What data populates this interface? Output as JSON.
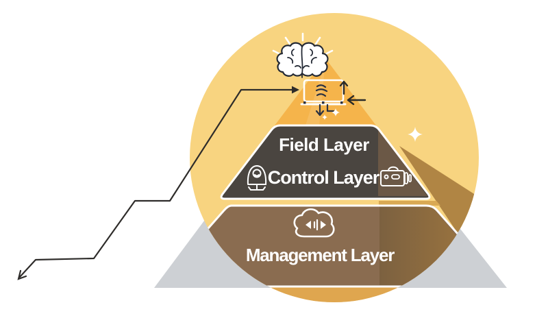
{
  "diagram": {
    "type": "pyramid-layers",
    "layers": [
      {
        "label": "Field Layer"
      },
      {
        "label": "Control Layer"
      },
      {
        "label": "Management Layer"
      }
    ],
    "icons": {
      "top": "sun-brain-icon",
      "apex": "monitor-data-icon",
      "apex_arrows": [
        "up-arrow-icon",
        "left-arrow-icon",
        "down-arrow-icon"
      ],
      "control_left": "dome-camera-icon",
      "control_right": "toolbox-icon",
      "management": "cloud-sync-icon",
      "decorations": [
        "sparkle-icon",
        "zigzag-arrow-line"
      ]
    },
    "colors": {
      "circle_yellow": "#f8d480",
      "apex_orange": "#f5b44b",
      "band_charcoal": "#4a4540",
      "band_brown": "#8a6c50",
      "pyramid_gray": "#cdd0d4",
      "shade_gold": "#b08544",
      "bottom_gold": "#dfa64f",
      "gap_gold": "#d9a954",
      "line_dark": "#2e2c2a",
      "label_text": "#ffffff"
    }
  }
}
